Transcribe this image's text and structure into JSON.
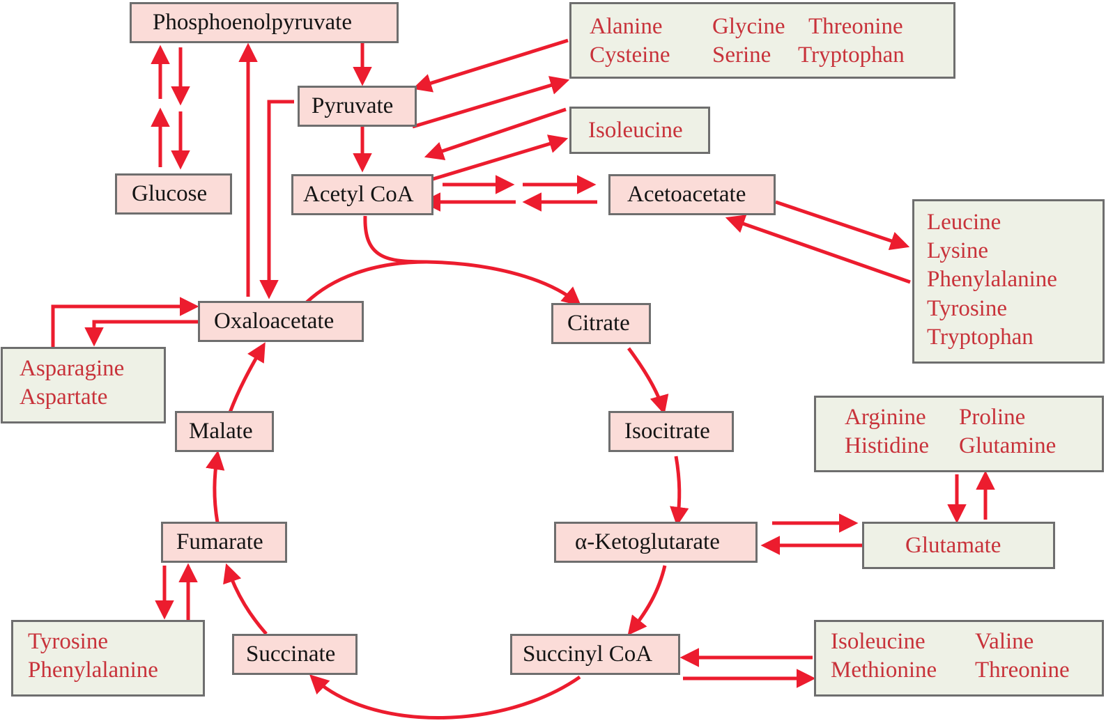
{
  "colors": {
    "arrow": "#ec1c2e",
    "metabolite_fill": "#fbdcd8",
    "amino_fill": "#eef1e6",
    "border": "#6e6e6e",
    "amino_text": "#c8323a",
    "metabolite_text": "#141414"
  },
  "metabolites": {
    "phosphoenolpyruvate": "Phosphoenolpyruvate",
    "pyruvate": "Pyruvate",
    "glucose": "Glucose",
    "acetyl_coa": "Acetyl CoA",
    "acetoacetate": "Acetoacetate",
    "oxaloacetate": "Oxaloacetate",
    "citrate": "Citrate",
    "isocitrate": "Isocitrate",
    "malate": "Malate",
    "fumarate": "Fumarate",
    "alpha_ketoglutarate": "α-Ketoglutarate",
    "succinate": "Succinate",
    "succinyl_coa": "Succinyl CoA"
  },
  "amino_acids": {
    "pyruvate_group": [
      "Alanine",
      "Cysteine",
      "Glycine",
      "Serine",
      "Threonine",
      "Tryptophan"
    ],
    "isoleucine": "Isoleucine",
    "acetoacetate_group": [
      "Leucine",
      "Lysine",
      "Phenylalanine",
      "Tyrosine",
      "Tryptophan"
    ],
    "oxaloacetate_group": [
      "Asparagine",
      "Aspartate"
    ],
    "glutamate_group": [
      "Arginine",
      "Histidine",
      "Proline",
      "Glutamine"
    ],
    "glutamate": "Glutamate",
    "fumarate_group": [
      "Tyrosine",
      "Phenylalanine"
    ],
    "succinyl_group": [
      "Isoleucine",
      "Methionine",
      "Valine",
      "Threonine"
    ]
  }
}
